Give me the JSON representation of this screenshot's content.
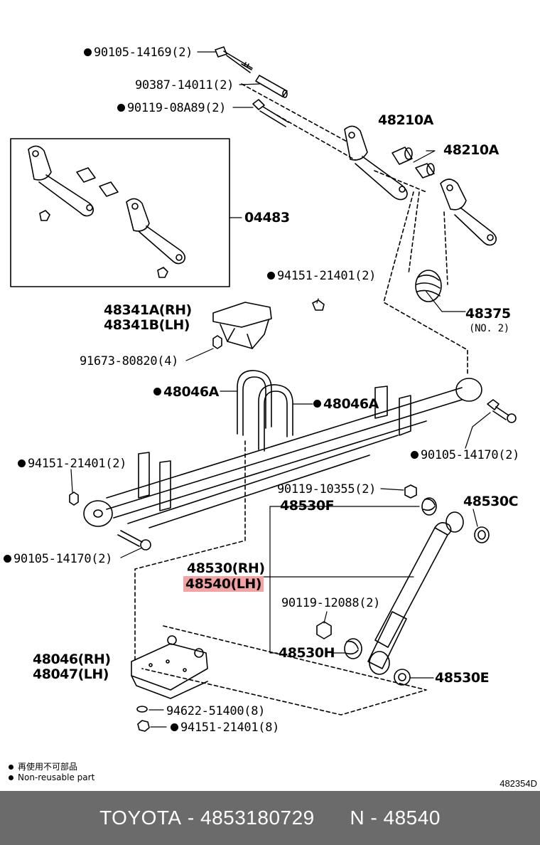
{
  "labels": {
    "p1": "90105-14169(2)",
    "p2": "90387-14011(2)",
    "p3": "90119-08A89(2)",
    "p4": "48210A",
    "p5": "48210A",
    "p6": "04483",
    "p7": "94151-21401(2)",
    "p8": "48341A(RH)",
    "p9": "48341B(LH)",
    "p10": "48375",
    "p11": "(NO. 2)",
    "p12": "91673-80820(4)",
    "p13": "48046A",
    "p14": "48046A",
    "p15": "90105-14170(2)",
    "p16": "94151-21401(2)",
    "p17": "90119-10355(2)",
    "p18": "48530F",
    "p19": "48530C",
    "p20": "90105-14170(2)",
    "p21": "48530(RH)",
    "p22": "48540(LH)",
    "p23": "90119-12088(2)",
    "p24": "48046(RH)",
    "p25": "48047(LH)",
    "p26": "48530H",
    "p27": "48530E",
    "p28": "94622-51400(8)",
    "p29": "94151-21401(8)"
  },
  "legend": {
    "line1": "再使用不可部品",
    "line2": "Non-reusable part"
  },
  "diagram_code": "482354D",
  "footer": {
    "brand": "TOYOTA",
    "part_number": "4853180729",
    "ref": "N - 48540"
  },
  "highlight_color": "#f4a3a3"
}
